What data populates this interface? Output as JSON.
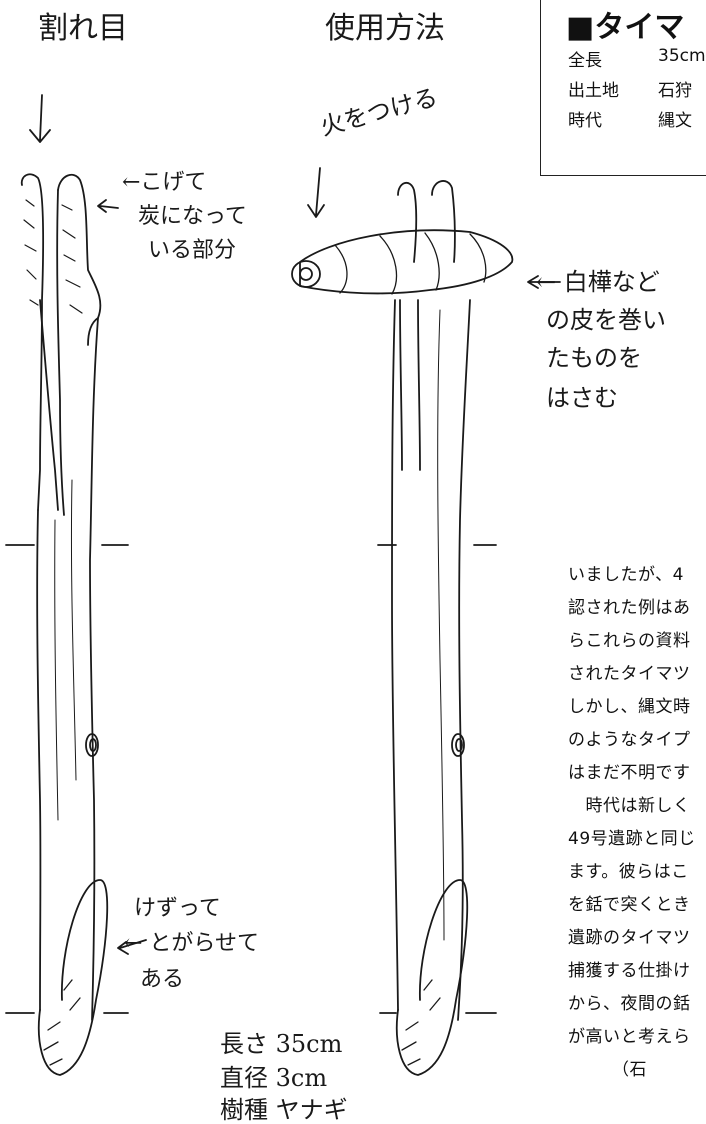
{
  "labels": {
    "left_title": "割れ目",
    "right_title": "使用方法",
    "charred_note": [
      "←こげて",
      "炭になって",
      "いる部分"
    ],
    "fire_note": "火をつける",
    "bark_note": [
      "← 白樺など",
      "の皮を巻い",
      "たものを",
      "はさむ"
    ],
    "point_note": [
      "けずって",
      "← とがらせて",
      "ある"
    ],
    "dims": [
      "長さ 35cm",
      "直径 3cm",
      "樹種 ヤナギ"
    ]
  },
  "info_box": {
    "title": "■タイマ",
    "rows": [
      {
        "key": "全長",
        "value": "35cm"
      },
      {
        "key": "出土地",
        "value": "石狩"
      },
      {
        "key": "時代",
        "value": "縄文"
      }
    ]
  },
  "paragraph": [
    "いましたが、4",
    "認された例はあ",
    "らこれらの資料",
    "されたタイマツ",
    "しかし、縄文時",
    "のようなタイプ",
    "はまだ不明です",
    "　時代は新しく",
    "49号遺跡と同じ",
    "ます。彼らはこ",
    "を銛で突くとき",
    "遺跡のタイマツ",
    "捕獲する仕掛け",
    "から、夜間の銛",
    "が高いと考えら",
    "　　　（石"
  ]
}
